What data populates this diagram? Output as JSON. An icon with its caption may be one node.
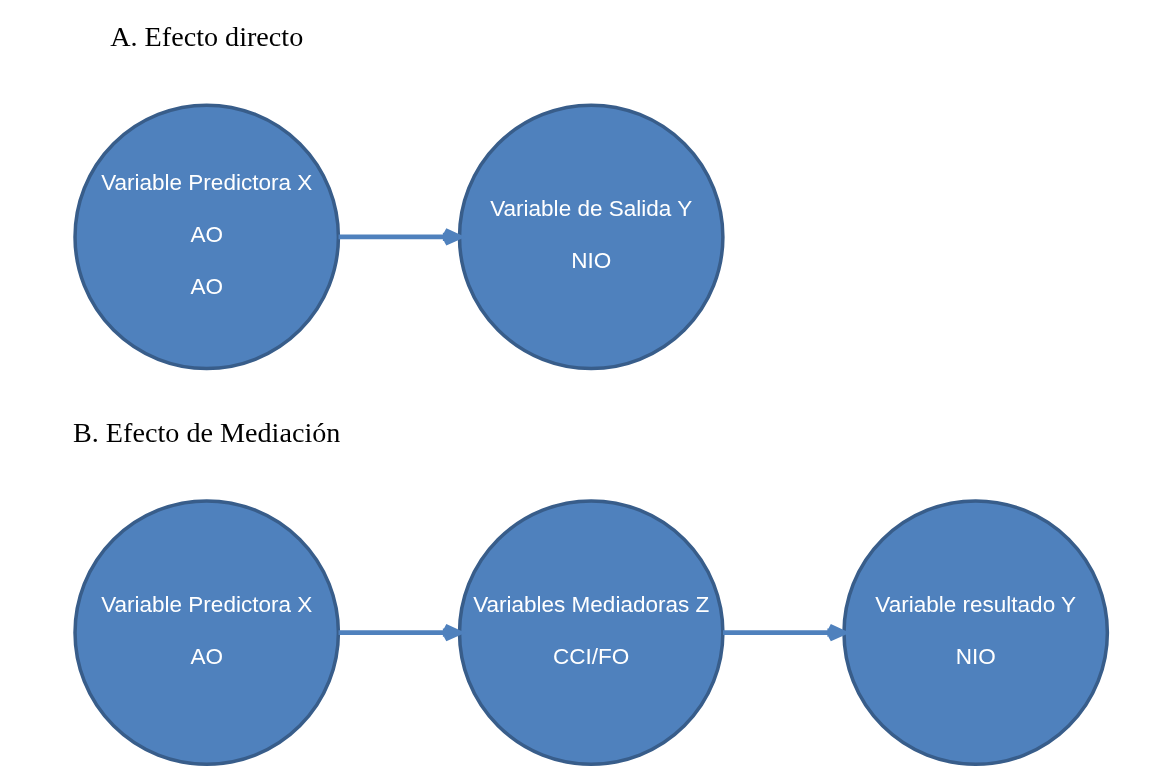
{
  "diagram": {
    "nodes": [
      {
        "text": [
          "Variable Predictora X",
          "AO",
          "AO"
        ]
      },
      {
        "text": [
          "Variable de Salida Y",
          "NIO"
        ]
      },
      {
        "text": [
          "Variable Predictora X",
          "AO"
        ]
      },
      {
        "text": [
          "Variables Mediadoras Z",
          "CCI/FO"
        ]
      },
      {
        "text": [
          "Variable resultado Y",
          "NIO"
        ]
      }
    ],
    "edges": [
      {
        "from": 0,
        "to": 1,
        "arrow": "to"
      },
      {
        "from": 2,
        "to": 3,
        "arrow": "to"
      },
      {
        "from": 3,
        "to": 4,
        "arrow": "to"
      }
    ],
    "labels": [
      "A. Efecto directo",
      "B. Efecto de Mediación"
    ]
  }
}
